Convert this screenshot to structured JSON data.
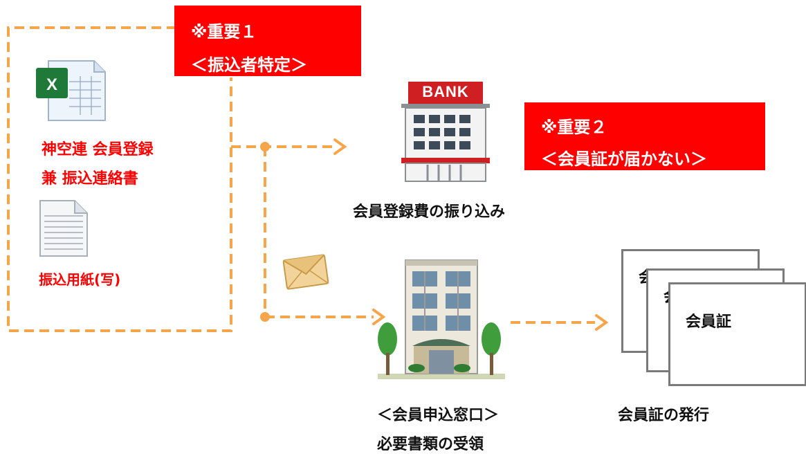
{
  "important1": {
    "line1": "※重要１",
    "line2": "＜振込者特定＞"
  },
  "important2": {
    "line1": "※重要２",
    "line2": "＜会員証が届かない＞"
  },
  "doc_label_line1": "神空連 会員登録",
  "doc_label_line2": "兼 振込連絡書",
  "slip_label": "振込用紙(写)",
  "bank_sign": "BANK",
  "bank_caption": "会員登録費の振り込み",
  "office_caption_line1": "＜会員申込窓口＞",
  "office_caption_line2": "必要書類の受領",
  "card_text": "会員証",
  "card_caption": "会員証の発行",
  "colors": {
    "accent_red": "#ff0000",
    "dashed_orange": "#f7a54a"
  },
  "icons": [
    "excel-file-icon",
    "text-document-icon",
    "envelope-icon",
    "bank-building-icon",
    "office-building-icon",
    "membership-card-icon"
  ]
}
